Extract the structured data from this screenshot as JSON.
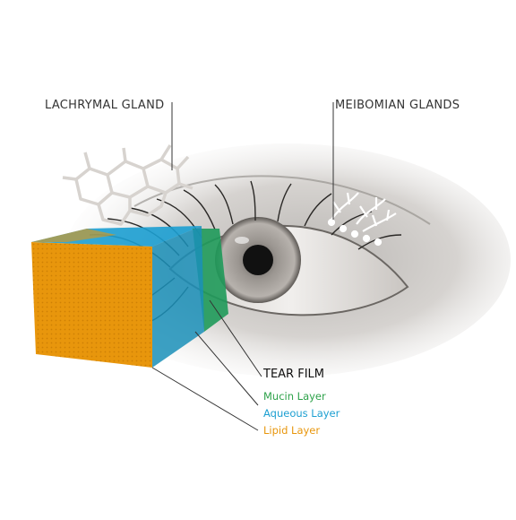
{
  "labels": {
    "lacrimal": "LACHRYMAL GLAND",
    "meibomian": "MEIBOMIAN GLANDS",
    "tear_film": "TEAR FILM",
    "mucin": "Mucin Layer",
    "aqueous": "Aqueous Layer",
    "lipid": "Lipid Layer"
  },
  "colors": {
    "mucin": "#2ea24a",
    "aqueous": "#1c9fd1",
    "lipid": "#e8960c",
    "iris": "#8a8580",
    "pupil": "#111111"
  }
}
